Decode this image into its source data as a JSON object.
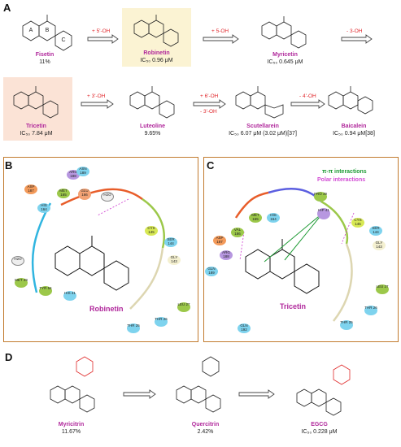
{
  "panels": {
    "a": "A",
    "b": "B",
    "c": "C",
    "d": "D"
  },
  "panel_a": {
    "compounds": [
      {
        "name": "Fisetin",
        "value": "11%"
      },
      {
        "name": "Robinetin",
        "value": "IC₅₀ 0.96 μM"
      },
      {
        "name": "Myricetin",
        "value": "IC₅₀ 0.645 μM"
      },
      {
        "name": "Tricetin",
        "value": "IC₅₀ 7.84 μM"
      },
      {
        "name": "Luteoline",
        "value": "9.65%"
      },
      {
        "name": "Scutellarein",
        "value": "IC₅₀ 6.07 μM (3.02 μM)[37]"
      },
      {
        "name": "Baicalein",
        "value": "IC₅₀ 0.94 μM[38]"
      }
    ],
    "arrows": [
      "+ 5'-OH",
      "+ 5-OH",
      "- 3-OH",
      "+ 3'-OH",
      "+ 6'-OH",
      "- 3'-OH",
      "- 4'-OH"
    ],
    "ring_letters": [
      "A",
      "B",
      "C"
    ]
  },
  "panel_b": {
    "ligand": "Robinetin",
    "residues": [
      "ARG 188",
      "ASN 189",
      "ASP 187",
      "MET 165",
      "GLU 166",
      "HIS 164",
      "H2O",
      "CYS 145",
      "SER 144",
      "GLY 143",
      "H2O",
      "MET 49",
      "TYR 54",
      "HIS 41",
      "LEU 27",
      "THR 26",
      "THR 25"
    ]
  },
  "panel_c": {
    "ligand": "Tricetin",
    "legend": [
      "π-π interactions",
      "Polar interactions"
    ],
    "residues": [
      "PRO 39",
      "HIP 41",
      "MET 165",
      "HIS 164",
      "VAL 186",
      "ASP 187",
      "ARG 188",
      "GLN 189",
      "CYS 145",
      "SER 144",
      "GLY 143",
      "GLN 192",
      "LEU 27",
      "THR 26",
      "THR 25"
    ]
  },
  "panel_d": {
    "compounds": [
      {
        "name": "Myricitrin",
        "value": "11.67%"
      },
      {
        "name": "Quercitrin",
        "value": "2.42%"
      },
      {
        "name": "EGCG",
        "value": "IC₅₀ 0.228 μM"
      }
    ]
  }
}
